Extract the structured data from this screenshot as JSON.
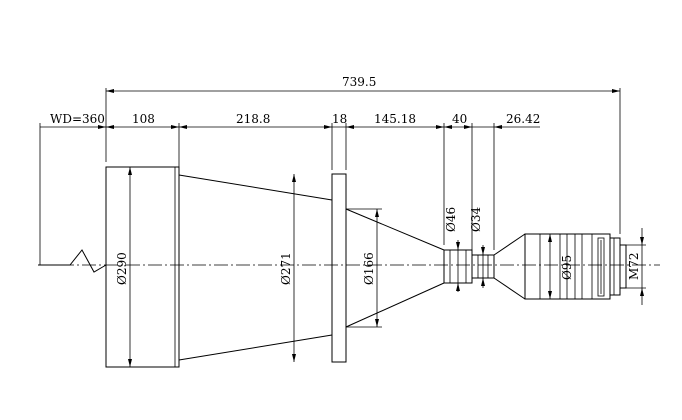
{
  "dimensions": {
    "total_length": "739.5",
    "working_distance": "WD=360",
    "seg_108": "108",
    "seg_218": "218.8",
    "seg_18": "18",
    "seg_145": "145.18",
    "seg_40": "40",
    "seg_26": "26.42"
  },
  "diameters": {
    "d290": "Ø290",
    "d271": "Ø271",
    "d166": "Ø166",
    "d46": "Ø46",
    "d34": "Ø34",
    "d95": "Ø95",
    "m72": "M72"
  }
}
